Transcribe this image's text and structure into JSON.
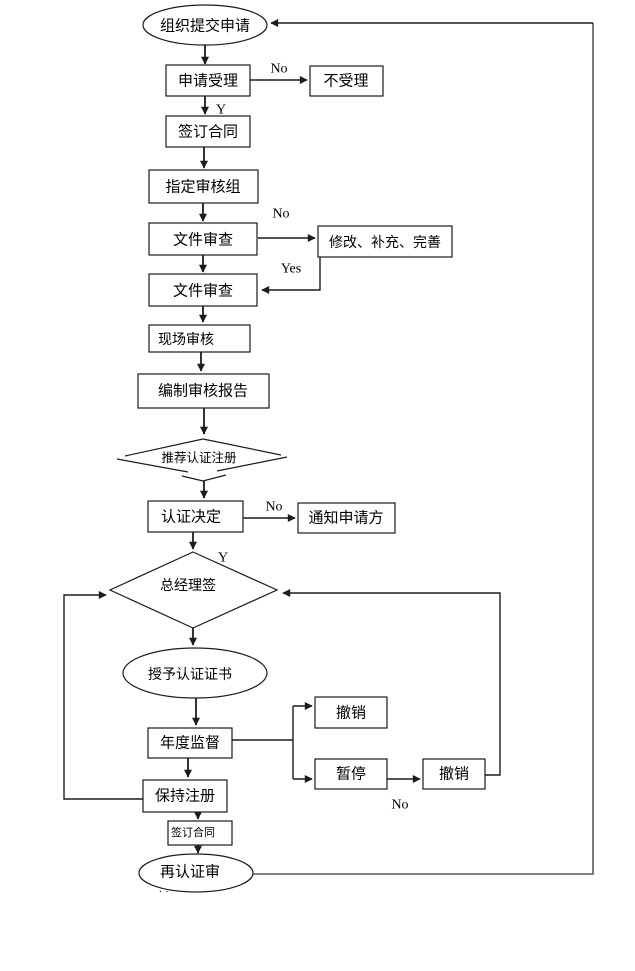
{
  "colors": {
    "background": "#ffffff",
    "stroke": "#1c1c1c",
    "loop_stroke": "#5a5a5a",
    "text": "#000000"
  },
  "nodes": [
    {
      "id": "start",
      "type": "ellipse",
      "label": "组织提交申请"
    },
    {
      "id": "accept",
      "type": "rect",
      "label": "申请受理"
    },
    {
      "id": "not-accepted",
      "type": "rect",
      "label": "不受理"
    },
    {
      "id": "sign-contract",
      "type": "rect",
      "label": "签订合同"
    },
    {
      "id": "audit-team",
      "type": "rect",
      "label": "指定审核组"
    },
    {
      "id": "doc-review-1",
      "type": "rect",
      "label": "文件审查"
    },
    {
      "id": "modify-supplement",
      "type": "rect",
      "label": "修改、补充、完善"
    },
    {
      "id": "doc-review-2",
      "type": "rect",
      "label": "文件审查"
    },
    {
      "id": "onsite-audit",
      "type": "rect",
      "label": "现场审核"
    },
    {
      "id": "audit-report",
      "type": "rect",
      "label": "编制审核报告"
    },
    {
      "id": "recommend-registration",
      "type": "diamond",
      "label": "推荐认证注册"
    },
    {
      "id": "certification-decision",
      "type": "rect",
      "label": "认证决定"
    },
    {
      "id": "notify-applicant",
      "type": "rect",
      "label": "通知申请方"
    },
    {
      "id": "gm-sign",
      "type": "diamond",
      "label": "总经理签"
    },
    {
      "id": "grant-certificate",
      "type": "ellipse",
      "label": "授予认证证书"
    },
    {
      "id": "annual-supervision",
      "type": "rect",
      "label": "年度监督"
    },
    {
      "id": "revoke-a",
      "type": "rect",
      "label": "撤销"
    },
    {
      "id": "suspend",
      "type": "rect",
      "label": "暂停"
    },
    {
      "id": "revoke-b",
      "type": "rect",
      "label": "撤销"
    },
    {
      "id": "keep-registration",
      "type": "rect",
      "label": "保持注册"
    },
    {
      "id": "sign-contract-2",
      "type": "rect",
      "label": "签订合同"
    },
    {
      "id": "recertification",
      "type": "ellipse",
      "label": "再认证审",
      "label_line2": "核"
    }
  ],
  "edge_labels": [
    {
      "id": "no-1",
      "text": "No"
    },
    {
      "id": "y-1",
      "text": "Y"
    },
    {
      "id": "no-2",
      "text": "No"
    },
    {
      "id": "yes-1",
      "text": "Yes"
    },
    {
      "id": "no-3",
      "text": "No"
    },
    {
      "id": "y-2",
      "text": "Y"
    },
    {
      "id": "no-4",
      "text": "No"
    }
  ]
}
